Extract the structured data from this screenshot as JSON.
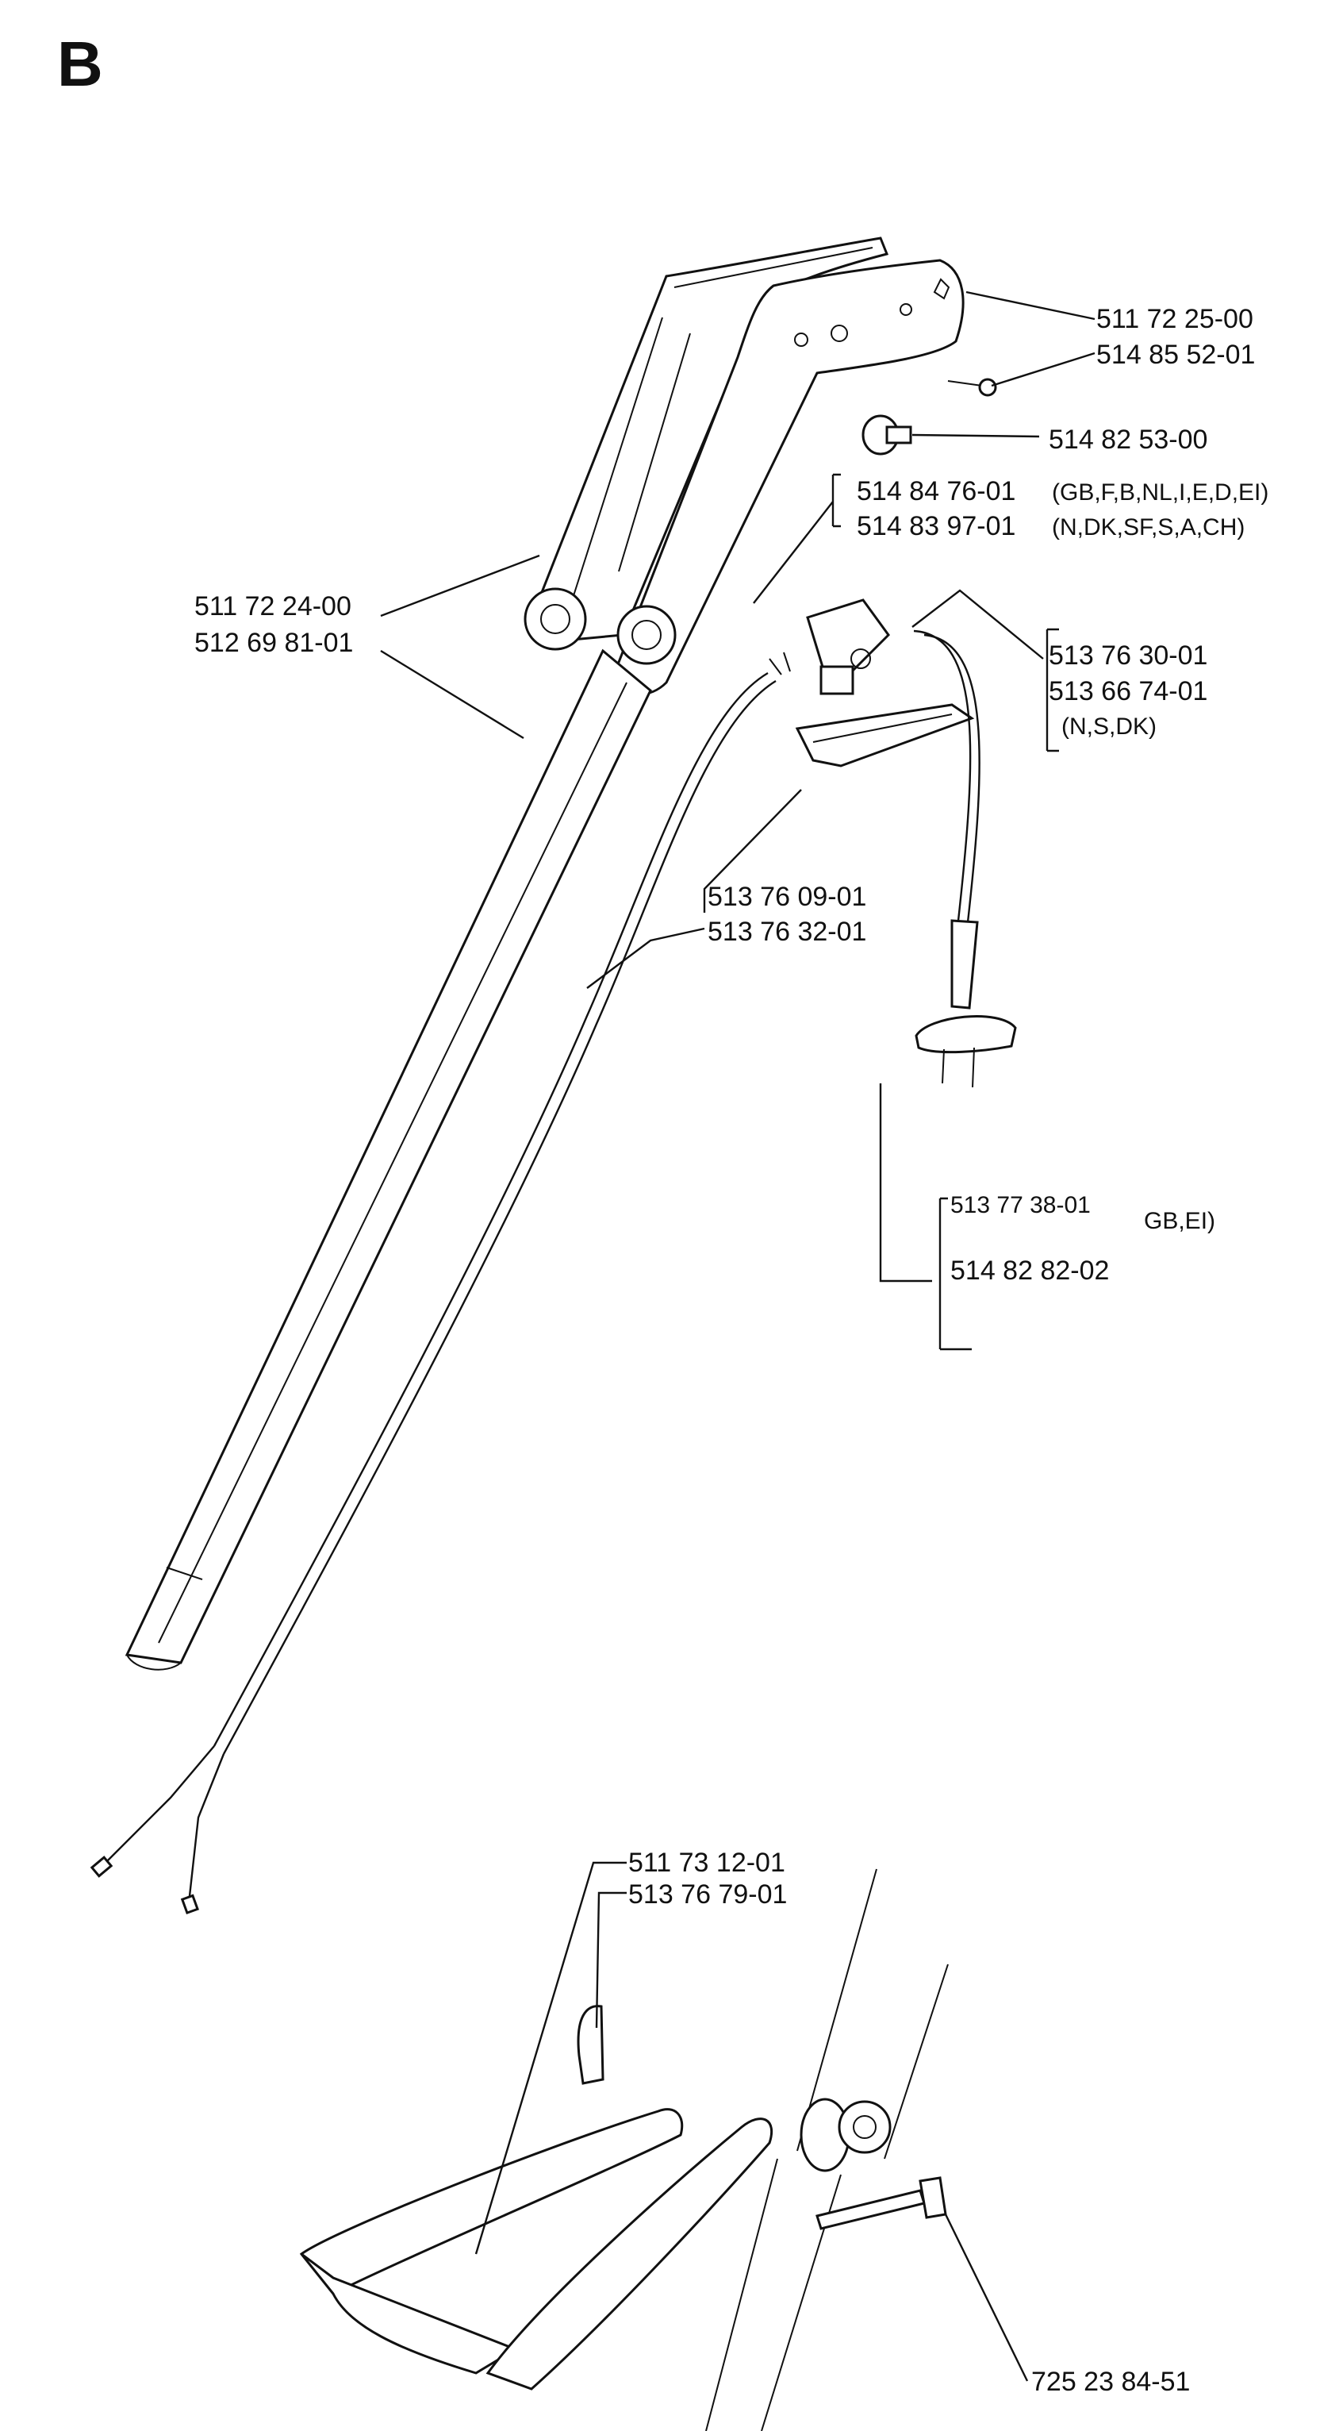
{
  "section_letter": "B",
  "labels": {
    "p511722500": "511 72 25-00",
    "p514855201": "514 85 52-01",
    "p514825300": "514 82 53-00",
    "p514847601": "514 84 76-01",
    "region_gb": "(GB,F,B,NL,I,E,D,EI)",
    "p514839701": "514 83 97-01",
    "region_n": "(N,DK,SF,S,A,CH)",
    "p511722400": "511 72 24-00",
    "p512698101": "512 69 81-01",
    "p513763001": "513 76 30-01",
    "p513667401": "513 66 74-01",
    "region_nsdk": "(N,S,DK)",
    "p513760901": "513 76 09-01",
    "p513763201": "513 76 32-01",
    "p513773801": "513 77 38-01",
    "region_gbei": "GB,EI)",
    "p514828202": "514 82 82-02",
    "p511731201": "511 73 12-01",
    "p513767901": "513 76 79-01",
    "p725238451": "725 23 84-51"
  },
  "colors": {
    "ink": "#111111",
    "paper": "#ffffff"
  }
}
